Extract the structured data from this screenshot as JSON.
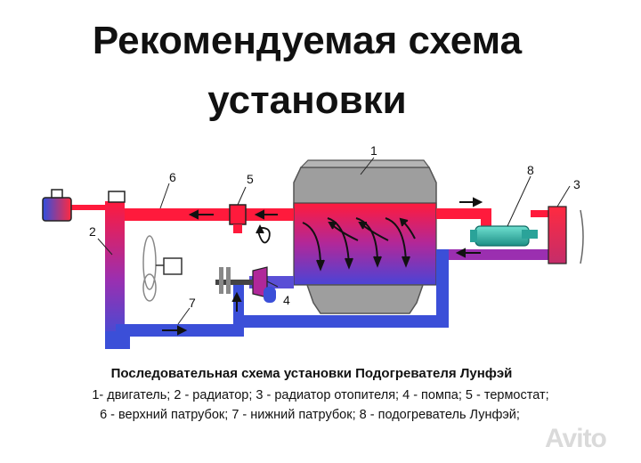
{
  "title": {
    "line1": "Рекомендуемая схема",
    "line2": "установки"
  },
  "labels": {
    "engine": "1",
    "radiator": "2",
    "heater_core": "3",
    "pump": "4",
    "thermostat": "5",
    "upper_hose": "6",
    "lower_hose": "7",
    "heater": "8"
  },
  "caption": {
    "title": "Последовательная схема установки Подогревателя Лунфэй",
    "line1": "1- двигатель; 2 - радиатор; 3 - радиатор отопителя; 4 - помпа; 5 - термостат;",
    "line2": "6 - верхний патрубок; 7 - нижний патрубок; 8 - подогреватель Лунфэй;"
  },
  "watermark": "Avito",
  "colors": {
    "hot": "#ff1a3c",
    "cold": "#3b4fd8",
    "engine_gray": "#9e9e9e"
  }
}
